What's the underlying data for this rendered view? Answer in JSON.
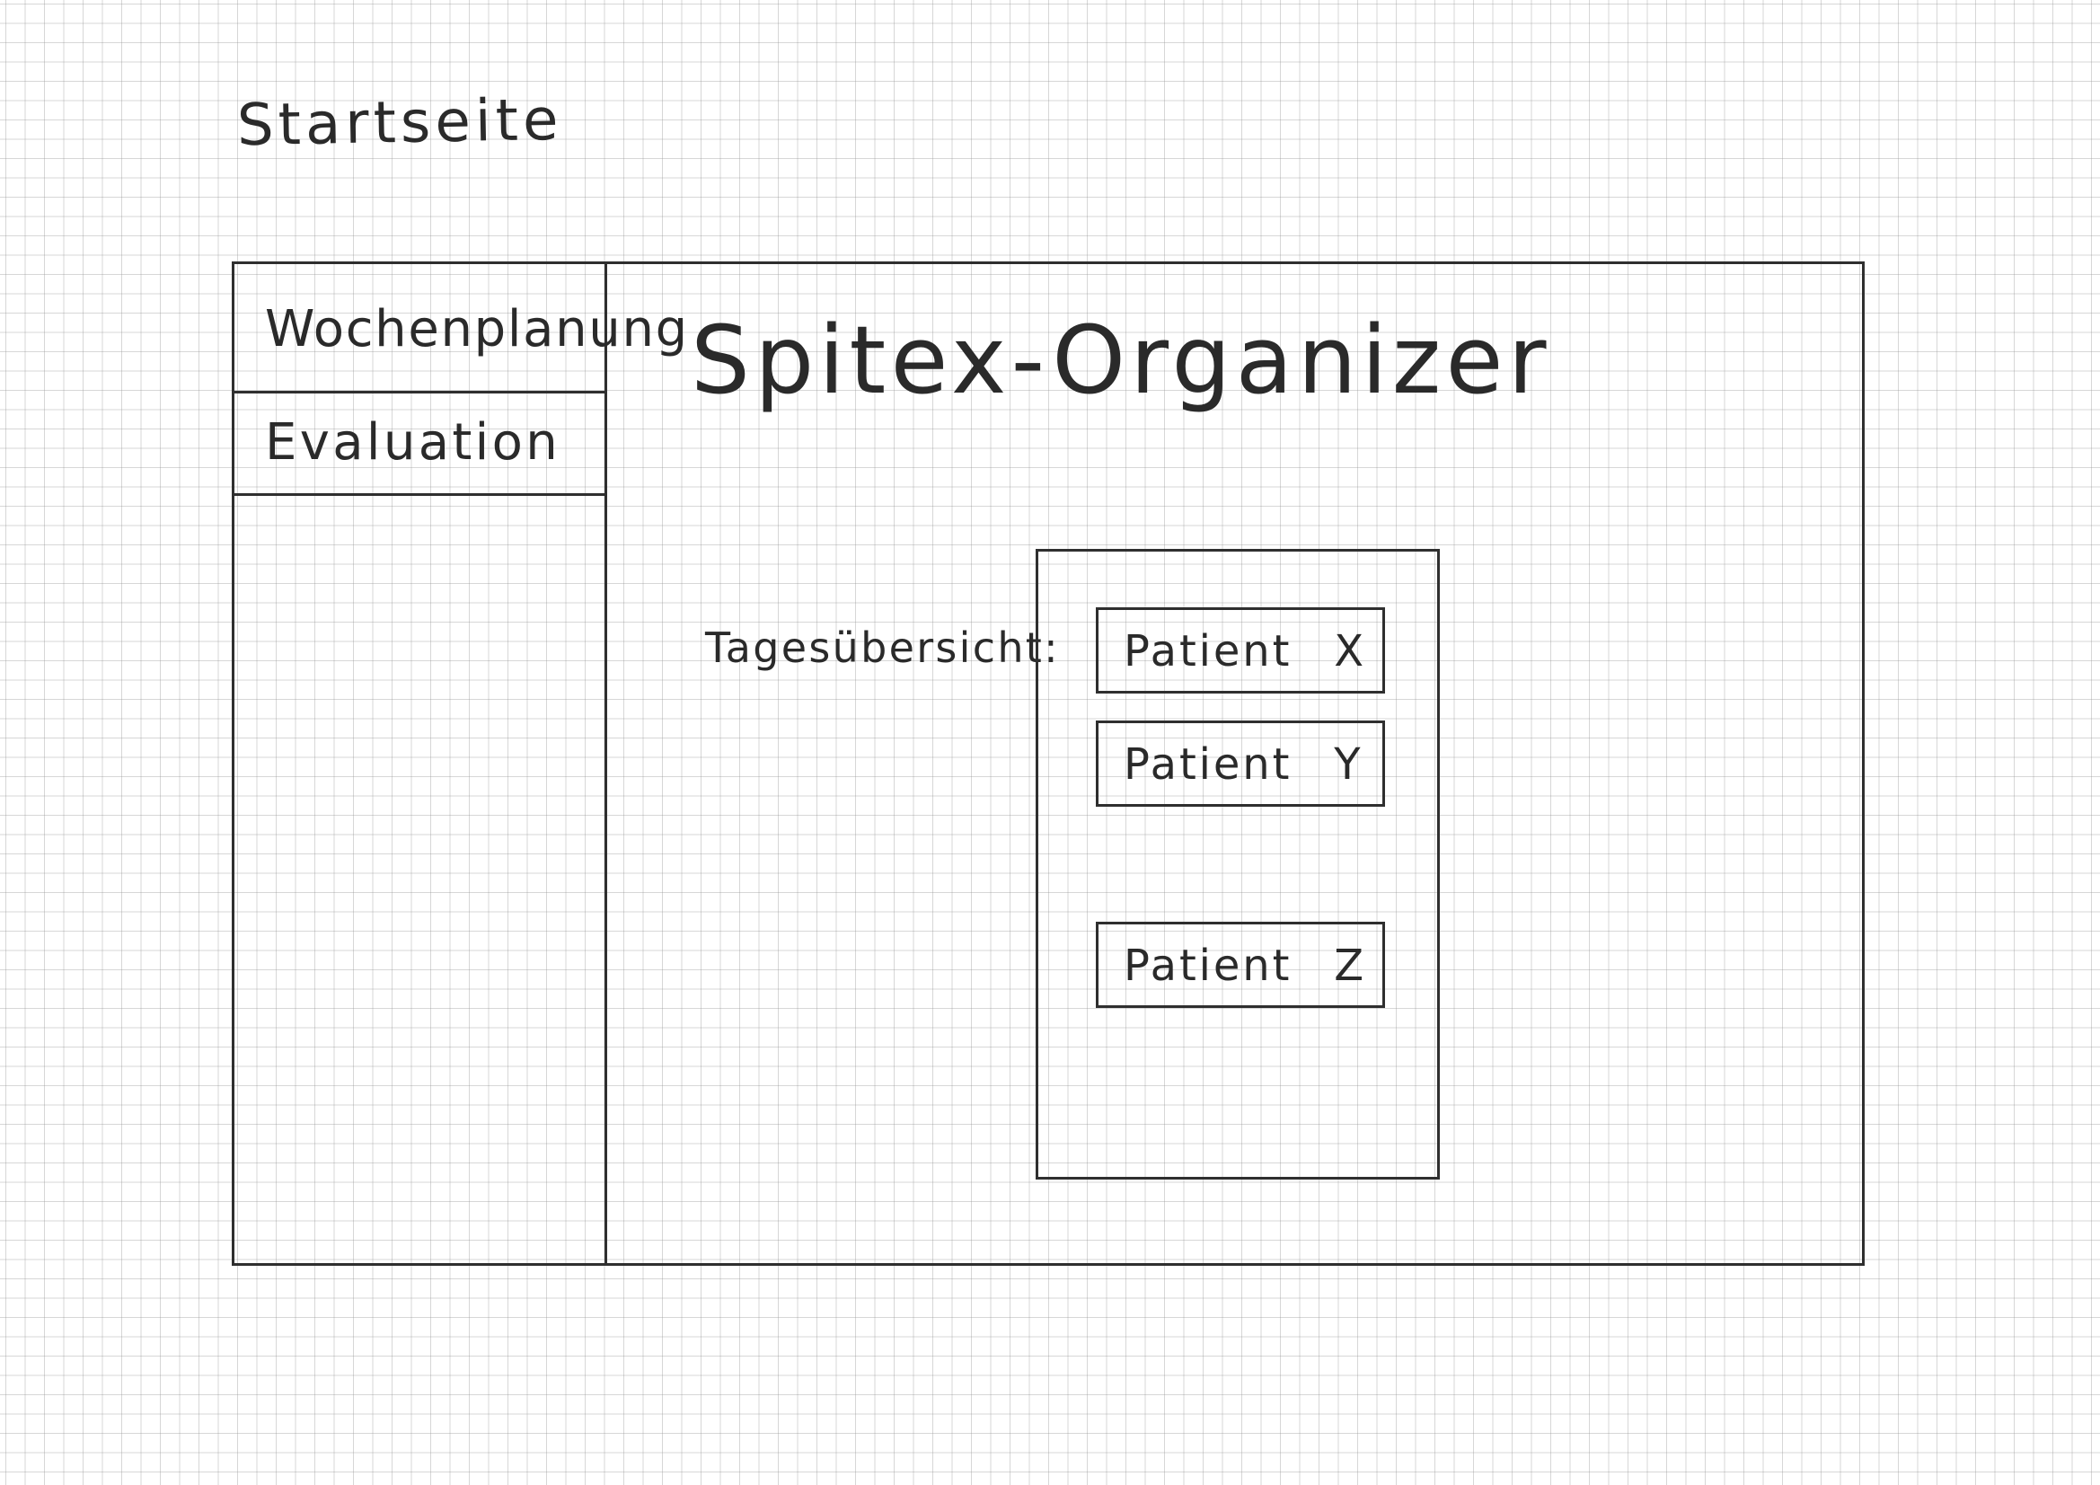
{
  "page": {
    "title": "Startseite"
  },
  "sidebar": {
    "items": [
      {
        "label": "Wochenplanung"
      },
      {
        "label": "Evaluation"
      }
    ]
  },
  "main": {
    "app_title": "Spitex-Organizer",
    "overview_label": "Tagesübersicht:",
    "patients": [
      {
        "label": "Patient X"
      },
      {
        "label": "Patient Y"
      },
      {
        "label": "Patient Z"
      }
    ]
  }
}
